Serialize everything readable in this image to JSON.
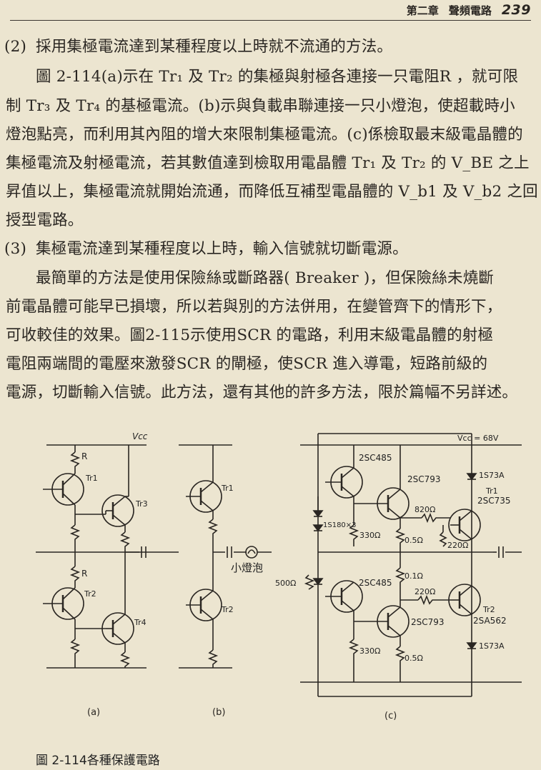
{
  "header": {
    "chapter": "第二章",
    "title": "聲頻電路",
    "page_number": "239"
  },
  "body": {
    "item2_num": "(2)",
    "item2_title": "採用集極電流達到某種程度以上時就不流通的方法。",
    "p1_l1": "圖 2-114(a)示在 Tr₁ 及 Tr₂ 的集極與射極各連接一只電阻R ，就可限",
    "p1_l2": "制 Tr₃ 及 Tr₄ 的基極電流。(b)示與負載串聯連接一只小燈泡，使超載時小",
    "p1_l3": "燈泡點亮，而利用其內阻的增大來限制集極電流。(c)係檢取最末級電晶體的",
    "p1_l4": "集極電流及射極電流，若其數值達到檢取用電晶體 Tr₁ 及 Tr₂ 的 V_BE 之上",
    "p1_l5": "昇值以上，集極電流就開始流通，而降低互補型電晶體的 V_b1 及 V_b2 之回",
    "p1_l6": "授型電路。",
    "item3_num": "(3)",
    "item3_title": "集極電流達到某種程度以上時，輸入信號就切斷電源。",
    "p2_l1": "最簡單的方法是使用保險絲或斷路器( Breaker )，但保險絲未燒斷",
    "p2_l2": "前電晶體可能早已損壞，所以若與別的方法併用，在變管齊下的情形下，",
    "p2_l3": "可收較佳的效果。圖2-115示使用SCR 的電路，利用末級電晶體的射極",
    "p2_l4": "電阻兩端間的電壓來激發SCR 的閘極，使SCR 進入導電，短路前級的",
    "p2_l5": "電源，切斷輸入信號。此方法，還有其他的許多方法，限於篇幅不另詳述。"
  },
  "figure": {
    "vcc_a": "Vcc",
    "r_top": "R",
    "r_mid": "R",
    "tr1": "Tr1",
    "tr2": "Tr2",
    "tr3": "Tr3",
    "tr4": "Tr4",
    "b_tr1": "Tr1",
    "b_tr2": "Tr2",
    "lamp": "小燈泡",
    "c_vcc": "Vcc = 68V",
    "c_q1": "2SC485",
    "c_q2": "2SC793",
    "c_q3": "2SC485",
    "c_q4": "2SC793",
    "c_tr1": "Tr1",
    "c_tr1_type": "2SC735",
    "c_tr2": "Tr2",
    "c_tr2_type": "2SA562",
    "c_d1": "1S73A",
    "c_d2": "1S73A",
    "c_dstack": "1S180×3",
    "c_r330a": "330Ω",
    "c_r330b": "330Ω",
    "c_r820": "820Ω",
    "c_r05a": "0.5Ω",
    "c_r05b": "0.5Ω",
    "c_r220a": "220Ω",
    "c_r220b": "220Ω",
    "c_r01": "0.1Ω",
    "c_r500": "500Ω",
    "label_a": "(a)",
    "label_b": "(b)",
    "label_c": "(c)",
    "caption": "圖 2-114各種保護電路"
  }
}
